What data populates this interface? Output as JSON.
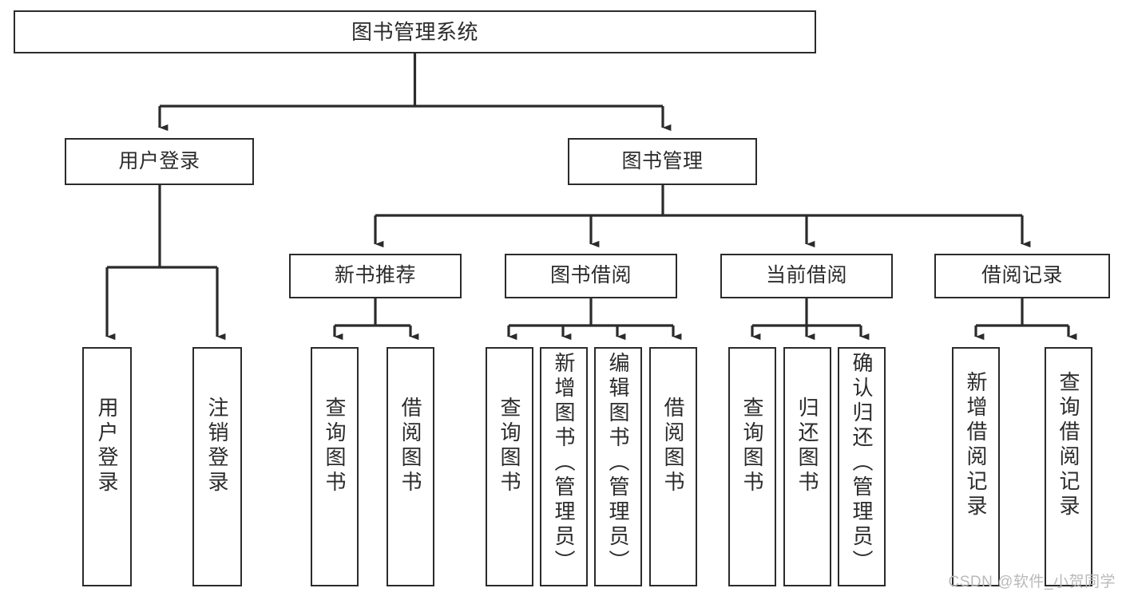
{
  "diagram": {
    "title": "图书管理系统",
    "type": "functional-structure-tree",
    "stroke_color": "#2b2b2b",
    "background_color": "#ffffff",
    "levels": {
      "root": {
        "label": "图书管理系统"
      },
      "level2": [
        {
          "label": "用户登录"
        },
        {
          "label": "图书管理"
        }
      ],
      "level3": [
        {
          "label": "新书推荐"
        },
        {
          "label": "图书借阅"
        },
        {
          "label": "当前借阅"
        },
        {
          "label": "借阅记录"
        }
      ],
      "leaves": [
        {
          "label": "用户登录",
          "parent": "用户登录"
        },
        {
          "label": "注销登录",
          "parent": "用户登录"
        },
        {
          "label": "查询图书",
          "parent": "新书推荐"
        },
        {
          "label": "借阅图书",
          "parent": "新书推荐"
        },
        {
          "label": "查询图书",
          "parent": "图书借阅"
        },
        {
          "label": "新增图书（管理员）",
          "parent": "图书借阅"
        },
        {
          "label": "编辑图书（管理员）",
          "parent": "图书借阅"
        },
        {
          "label": "借阅图书",
          "parent": "图书借阅"
        },
        {
          "label": "查询图书",
          "parent": "当前借阅"
        },
        {
          "label": "归还图书",
          "parent": "当前借阅"
        },
        {
          "label": "确认归还（管理员）",
          "parent": "当前借阅"
        },
        {
          "label": "新增借阅记录",
          "parent": "借阅记录"
        },
        {
          "label": "查询借阅记录",
          "parent": "借阅记录"
        }
      ]
    }
  },
  "watermark": {
    "text": "CSDN @软件_小贺同学",
    "color": "#b9b9b9"
  }
}
